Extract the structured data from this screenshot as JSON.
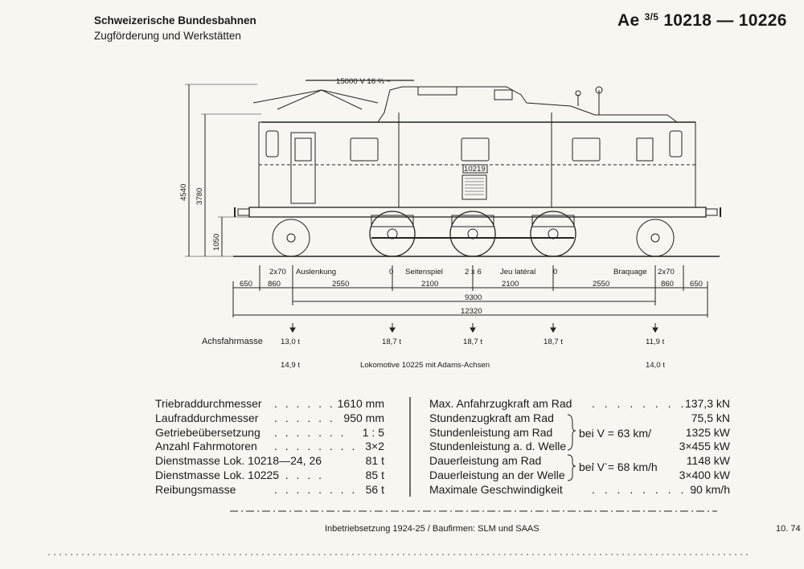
{
  "header": {
    "organization": "Schweizerische Bundesbahnen",
    "division": "Zugförderung und Werkstätten",
    "class_prefix": "Ae",
    "class_fraction": "3/5",
    "number_range": "10218 — 10226"
  },
  "drawing": {
    "locomotive_number": "10219",
    "catenary_label": "15000 V  16 ⅔ ~",
    "height_labels": [
      "4540",
      "3780",
      "1050"
    ],
    "lateral_play": {
      "left_play": "2x70",
      "left_word": "Auslenkung",
      "zero_1": "0",
      "center_word": "Seitenspiel",
      "center_play": "2 x 6",
      "center_word_fr": "Jeu latéral",
      "zero_2": "0",
      "right_word": "Braquage",
      "right_play": "2x70"
    },
    "spacing_labels": [
      "650",
      "860",
      "2550",
      "2100",
      "2100",
      "2550",
      "860",
      "650"
    ],
    "wheelbase_total": "9300",
    "length_over_buffers": "12320"
  },
  "axle_loads": {
    "label": "Achsfahrmasse",
    "values": [
      "13,0 t",
      "18,7 t",
      "18,7 t",
      "18,7 t",
      "11,9 t"
    ],
    "alt_left": "14,9 t",
    "alt_note": "Lokomotive 10225 mit Adams-Achsen",
    "alt_right": "14,0 t"
  },
  "specs_left": [
    {
      "label": "Triebraddurchmesser",
      "dots": ". . . . . .",
      "value": "1610 mm"
    },
    {
      "label": "Laufraddurchmesser",
      "dots": ". . . . . .",
      "value": "950 mm"
    },
    {
      "label": "Getriebeübersetzung",
      "dots": ". . . . . . .",
      "value": "1 : 5"
    },
    {
      "label": "Anzahl Fahrmotoren",
      "dots": ". . . . . . . .",
      "value": "3×2"
    },
    {
      "label": "Dienstmasse Lok. 10218—24, 26",
      "dots": "",
      "value": "81 t"
    },
    {
      "label": "Dienstmasse Lok. 10225",
      "dots": ". . . . .",
      "value": "85 t"
    },
    {
      "label": "Reibungsmasse",
      "dots": ". . . . . . . .",
      "value": "56 t"
    }
  ],
  "specs_right": [
    {
      "label": "Max. Anfahrzugkraft am Rad",
      "dots": ". . . . . . . . .",
      "value": "137,3 kN"
    },
    {
      "label": "Stundenzugkraft am Rad",
      "dots": "",
      "value": "75,5 kN"
    },
    {
      "label": "Stundenleistung am Rad",
      "dots": "",
      "value": "1325 kW"
    },
    {
      "label": "Stundenleistung a. d. Welle",
      "dots": "",
      "value": "3×455 kW"
    },
    {
      "label": "Dauerleistung am Rad",
      "dots": ". . .",
      "value": "1148 kW"
    },
    {
      "label": "Dauerleistung an der Welle",
      "dots": "",
      "value": "3×400 kW"
    },
    {
      "label": "Maximale Geschwindigkeit",
      "dots": ". . . . . . . . .",
      "value": "90 km/h"
    }
  ],
  "brace_notes": {
    "hour_rating_speed": "bei V = 63 km/",
    "continuous_rating_speed": "bei V = 68 km/h"
  },
  "footer": {
    "text": "Inbetriebsetzung 1924-25 / Baufirmen: SLM und SAAS",
    "page": "10. 74"
  }
}
